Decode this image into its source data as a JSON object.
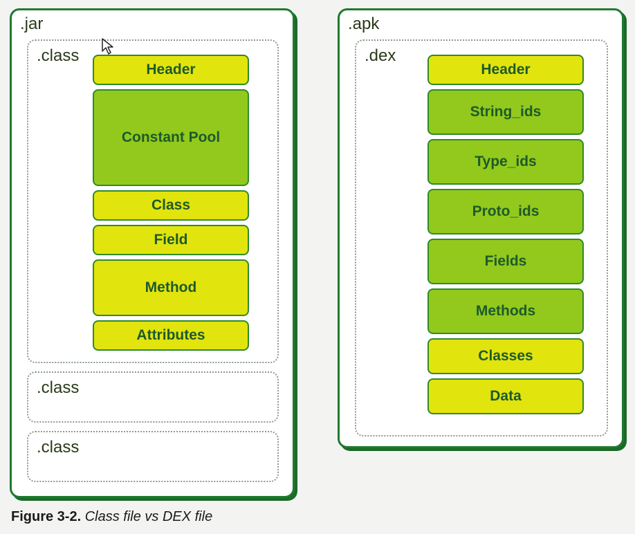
{
  "jar": {
    "label": ".jar",
    "class_label": ".class",
    "blocks": [
      "Header",
      "Constant Pool",
      "Class",
      "Field",
      "Method",
      "Attributes"
    ],
    "extra_class_labels": [
      ".class",
      ".class"
    ]
  },
  "apk": {
    "label": ".apk",
    "dex_label": ".dex",
    "blocks": [
      "Header",
      "String_ids",
      "Type_ids",
      "Proto_ids",
      "Fields",
      "Methods",
      "Classes",
      "Data"
    ]
  },
  "caption": {
    "figure": "Figure 3-2.",
    "title": "Class file vs DEX file"
  },
  "colors": {
    "border_green": "#1f7a2e",
    "yellow_block": "#e2e40e",
    "green_block": "#92c91c"
  }
}
